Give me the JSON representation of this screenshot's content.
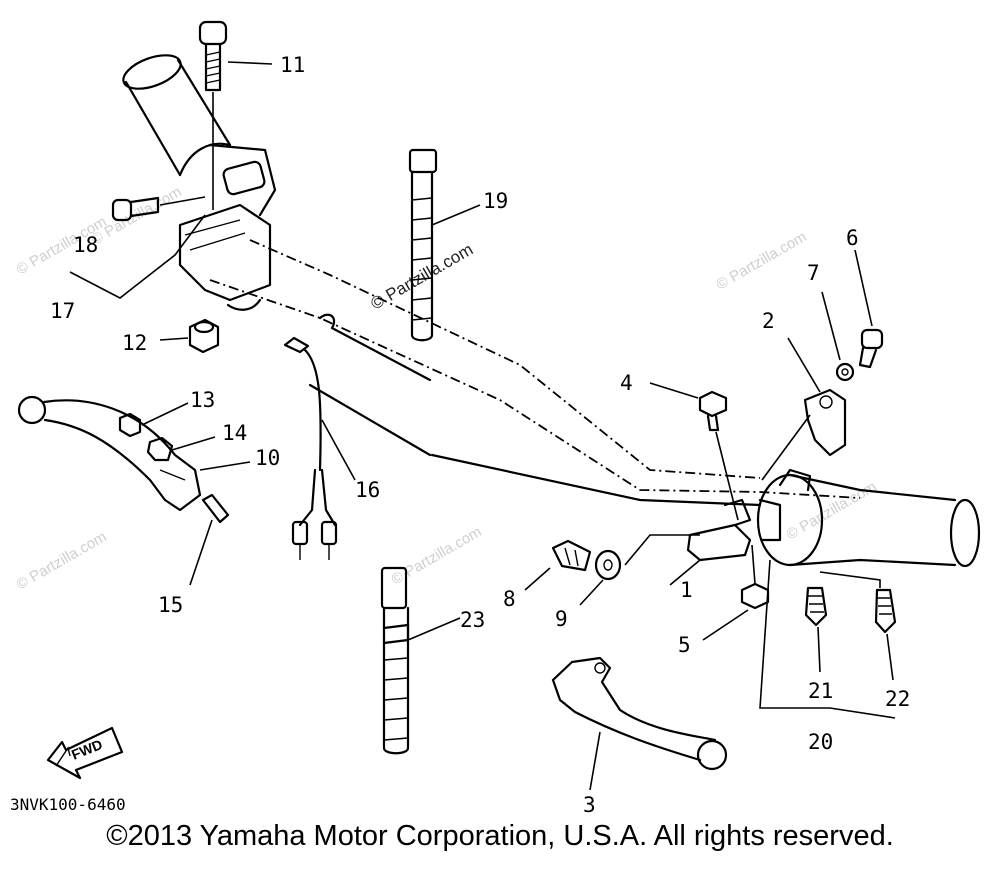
{
  "diagram": {
    "callouts": {
      "c1": "1",
      "c2": "2",
      "c3": "3",
      "c4": "4",
      "c5": "5",
      "c6": "6",
      "c7": "7",
      "c8": "8",
      "c9": "9",
      "c10": "10",
      "c11": "11",
      "c12": "12",
      "c13": "13",
      "c14": "14",
      "c15": "15",
      "c16": "16",
      "c17": "17",
      "c18": "18",
      "c19": "19",
      "c20": "20",
      "c21": "21",
      "c22": "22",
      "c23": "23"
    },
    "fwd_label": "FWD",
    "drawing_code": "3NVK100-6460"
  },
  "watermarks": {
    "center": "© Partzilla.com",
    "repeat": "© Partzilla.com"
  },
  "copyright": "©2013 Yamaha Motor Corporation, U.S.A. All rights reserved."
}
